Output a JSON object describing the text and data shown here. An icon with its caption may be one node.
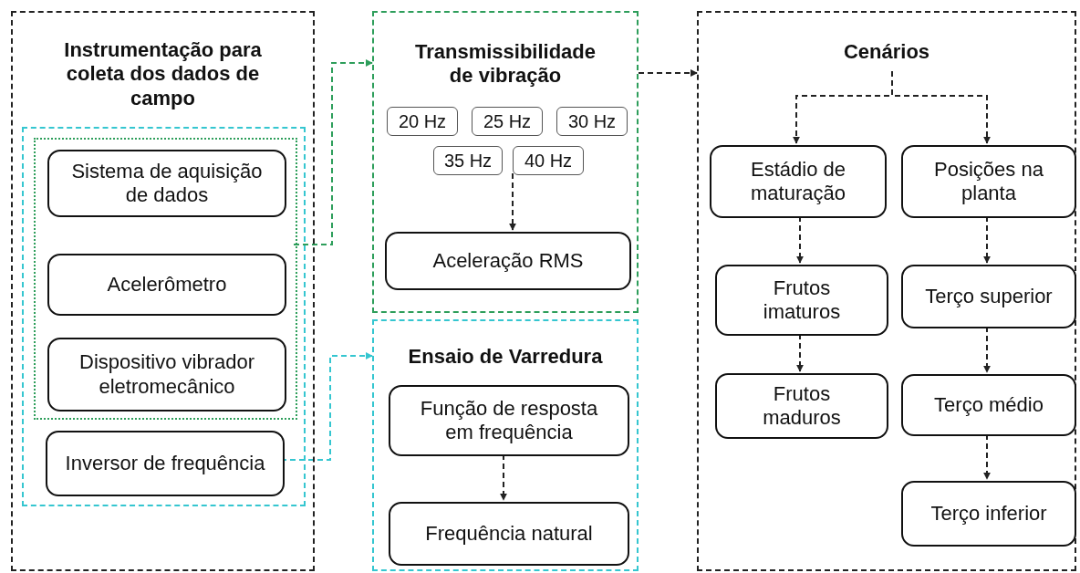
{
  "diagram": {
    "nodes": [
      {
        "text": [
          "Instrumentação para coleta dos dados de campo"
        ]
      },
      {
        "text": [],
        "shape": "box",
        "in": 0
      },
      {
        "text": [],
        "shape": "box",
        "in": 1
      },
      {
        "text": [
          "Sistema de aquisição de dados"
        ],
        "in": 2
      },
      {
        "text": [
          "Acelerômetro"
        ],
        "in": 2
      },
      {
        "text": [
          "Dispositivo vibrador eletromecânico"
        ],
        "in": 2
      },
      {
        "text": [
          "Inversor de frequência"
        ],
        "in": 1
      },
      {
        "text": [
          "Transmissibilidade de vibração"
        ]
      },
      {
        "text": [
          "20 Hz"
        ],
        "in": 7
      },
      {
        "text": [
          "25 Hz"
        ],
        "in": 7
      },
      {
        "text": [
          "30 Hz"
        ],
        "in": 7
      },
      {
        "text": [
          "35 Hz"
        ],
        "in": 7
      },
      {
        "text": [
          "40 Hz"
        ],
        "in": 7
      },
      {
        "text": [
          "Aceleração RMS"
        ],
        "in": 7
      },
      {
        "text": [
          "Ensaio de Varredura"
        ]
      },
      {
        "text": [
          "Função de resposta em frequência"
        ],
        "in": 14
      },
      {
        "text": [
          "Frequência natural"
        ],
        "in": 14
      },
      {
        "text": [
          "Cenários"
        ]
      },
      {
        "text": [
          "Estádio de maturação"
        ],
        "in": 17
      },
      {
        "text": [
          "Posições na planta"
        ],
        "in": 17
      },
      {
        "text": [
          "Frutos imaturos"
        ],
        "in": 17
      },
      {
        "text": [
          "Terço superior"
        ],
        "in": 17
      },
      {
        "text": [
          "Frutos maduros"
        ],
        "in": 17
      },
      {
        "text": [
          "Terço médio"
        ],
        "in": 17
      },
      {
        "text": [
          "Terço inferior"
        ],
        "in": 17
      }
    ],
    "edges": [
      {
        "from": 2,
        "to": 7,
        "arrow": "to",
        "style": "dashed",
        "color": "#2e9e5b"
      },
      {
        "from": 6,
        "to": 14,
        "arrow": "to",
        "style": "dashed",
        "color": "#35c6d0"
      },
      {
        "from": 7,
        "to": 17,
        "arrow": "to",
        "style": "dashed"
      },
      {
        "from": 12,
        "to": 13,
        "arrow": "to",
        "style": "dashed"
      },
      {
        "from": 15,
        "to": 16,
        "arrow": "to",
        "style": "dashed"
      },
      {
        "from": 17,
        "to": 18,
        "arrow": "to",
        "style": "dashed"
      },
      {
        "from": 17,
        "to": 19,
        "arrow": "to",
        "style": "dashed"
      },
      {
        "from": 18,
        "to": 20,
        "arrow": "to",
        "style": "dashed"
      },
      {
        "from": 20,
        "to": 22,
        "arrow": "to",
        "style": "dashed"
      },
      {
        "from": 19,
        "to": 21,
        "arrow": "to",
        "style": "dashed"
      },
      {
        "from": 21,
        "to": 23,
        "arrow": "to",
        "style": "dashed"
      },
      {
        "from": 23,
        "to": 24,
        "arrow": "to",
        "style": "dashed"
      }
    ]
  }
}
